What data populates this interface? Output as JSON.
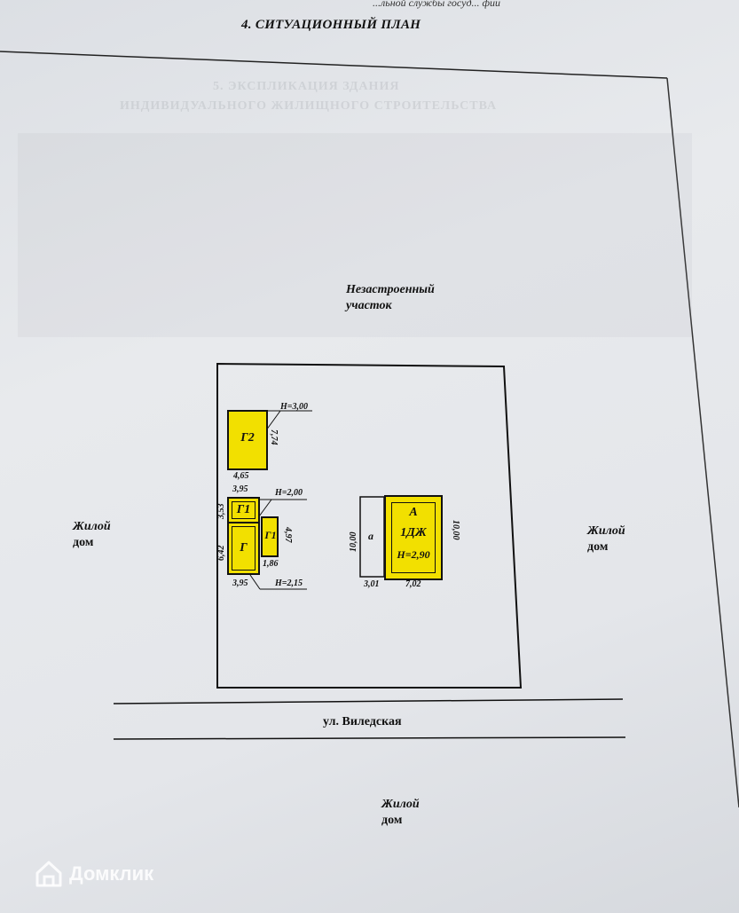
{
  "doc": {
    "top_fragment": "...льной службы госуд... фии",
    "title": "4. СИТУАЦИОННЫЙ ПЛАН",
    "bleed_through_1": "5. ЭКСПЛИКАЦИЯ ЗДАНИЯ",
    "bleed_through_2": "ИНДИВИДУАЛЬНОГО ЖИЛИЩНОГО СТРОИТЕЛЬСТВА"
  },
  "plan": {
    "north_label_1": "Незастроенный",
    "north_label_2": "участок",
    "west_label_1": "Жилой",
    "west_label_2": "дом",
    "east_label_1": "Жилой",
    "east_label_2": "дом",
    "street": "ул. Виледская",
    "south_label_1": "Жилой",
    "south_label_2": "дом"
  },
  "buildings": {
    "g2": {
      "name": "Г2",
      "height": "Н=3,00",
      "w": "4,65",
      "h": "7,74"
    },
    "g1_top": {
      "name": "Г1",
      "height": "Н=2,00",
      "w": "3,95",
      "h": "3,53"
    },
    "g": {
      "name": "Г",
      "height": "Н=2,15",
      "w": "3,95",
      "h": "6,42"
    },
    "g1_small": {
      "name": "Г1",
      "w": "1,86",
      "h": "4,97"
    },
    "a_porch": {
      "name": "а",
      "w": "3,01",
      "h": "10,00"
    },
    "a_house": {
      "name_1": "А",
      "name_2": "1ДЖ",
      "height": "Н=2,90",
      "w": "7,02",
      "h": "10,00"
    }
  },
  "watermark": {
    "text": "Домклик"
  },
  "colors": {
    "building_fill": "#f2e000",
    "line": "#111111"
  }
}
